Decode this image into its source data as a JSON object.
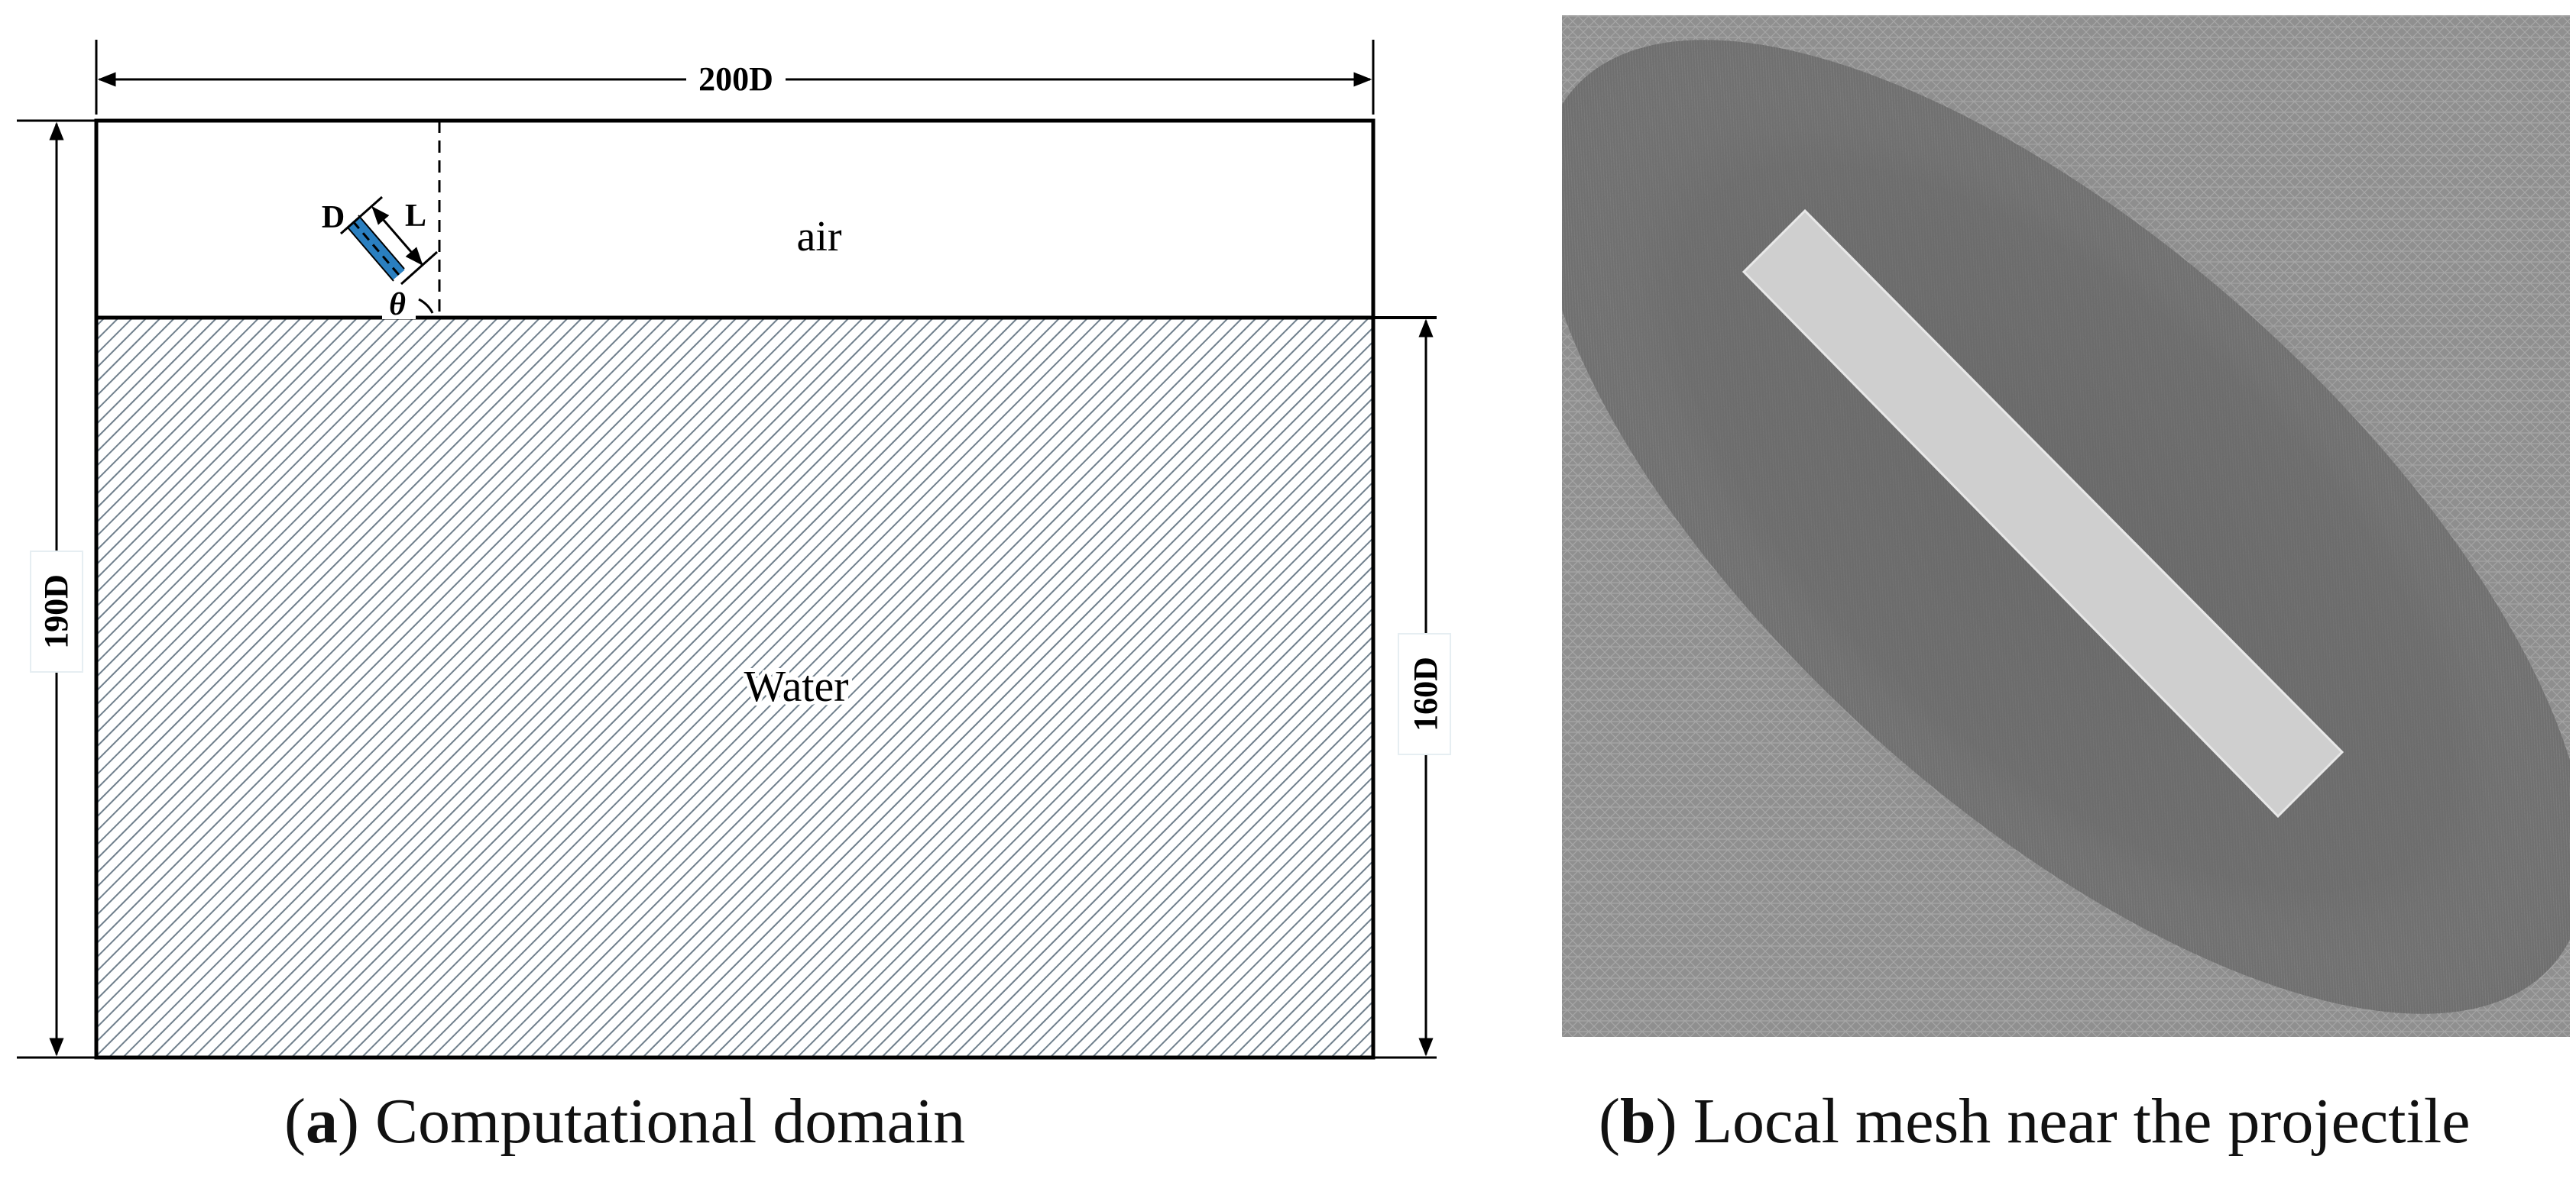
{
  "panel_a": {
    "width_label": "200D",
    "height_label": "190D",
    "water_depth_label": "160D",
    "air_label": "air",
    "water_label": "Water",
    "diameter_label": "D",
    "length_label": "L",
    "angle_label": "θ",
    "caption_letter": "a",
    "caption_text": " Computational domain",
    "colors": {
      "projectile": "#2a7fc0",
      "hatch": "#6f7f8c"
    }
  },
  "panel_b": {
    "caption_letter": "b",
    "caption_text": " Local mesh near the projectile",
    "colors": {
      "mesh_background": "#8e8e8e",
      "dense_mesh": "#6a6a6a",
      "projectile": "#cfcfcf"
    }
  }
}
